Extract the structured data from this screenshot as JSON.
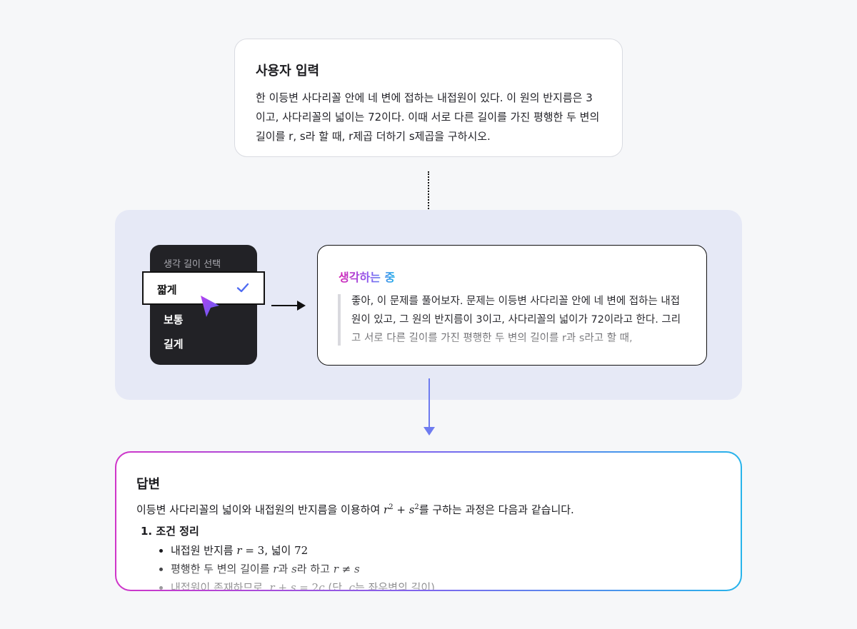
{
  "user_input": {
    "title": "사용자 입력",
    "text": "한 이등변 사다리꼴 안에 네 변에 접하는 내접원이 있다. 이 원의 반지름은 3이고, 사다리꼴의 넓이는 72이다. 이때 서로 다른 길이를 가진 평행한 두 변의 길이를 r, s라 할 때, r제곱 더하기 s제곱을 구하시오."
  },
  "menu": {
    "header": "생각 길이 선택",
    "items": [
      "짧게",
      "보통",
      "길게"
    ],
    "selected_index": 0
  },
  "thinking": {
    "title": "생각하는 중",
    "text": "좋아, 이 문제를 풀어보자. 문제는 이등변 사다리꼴 안에 네 변에 접하는 내접원이 있고, 그 원의 반지름이 3이고, 사다리꼴의 넓이가 72이라고 한다. 그리고 서로 다른 길이를 가진 평행한 두 변의 길이를 r과 s라고 할 때,"
  },
  "answer": {
    "title": "답변",
    "intro_before": "이등변 사다리꼴의 넓이와 내접원의 반지름을 이용하여",
    "intro_after": "를 구하는 과정은 다음과 같습니다.",
    "step_label": "1. 조건 정리",
    "b1_text": "내접원 반지름",
    "b1_area": ", 넓이",
    "b1_area_value": "72",
    "b2_text": "평행한 두 변의 길이를",
    "b2_and": "과",
    "b2_let": "라 하고",
    "b3_text": "내접원이 존재하므로,",
    "b3_note_pre": "(단,",
    "b3_note_post": "는 좌우변의 길이)"
  },
  "colors": {
    "accent_blue": "#6e7bf0",
    "gradient_pink": "#d623b4",
    "gradient_purple": "#8a5cf0",
    "gradient_cyan": "#1fb0e8",
    "menu_bg": "#222226",
    "check_blue": "#4f6bf2"
  },
  "icons": [
    "check-icon",
    "cursor-arrow-icon"
  ]
}
